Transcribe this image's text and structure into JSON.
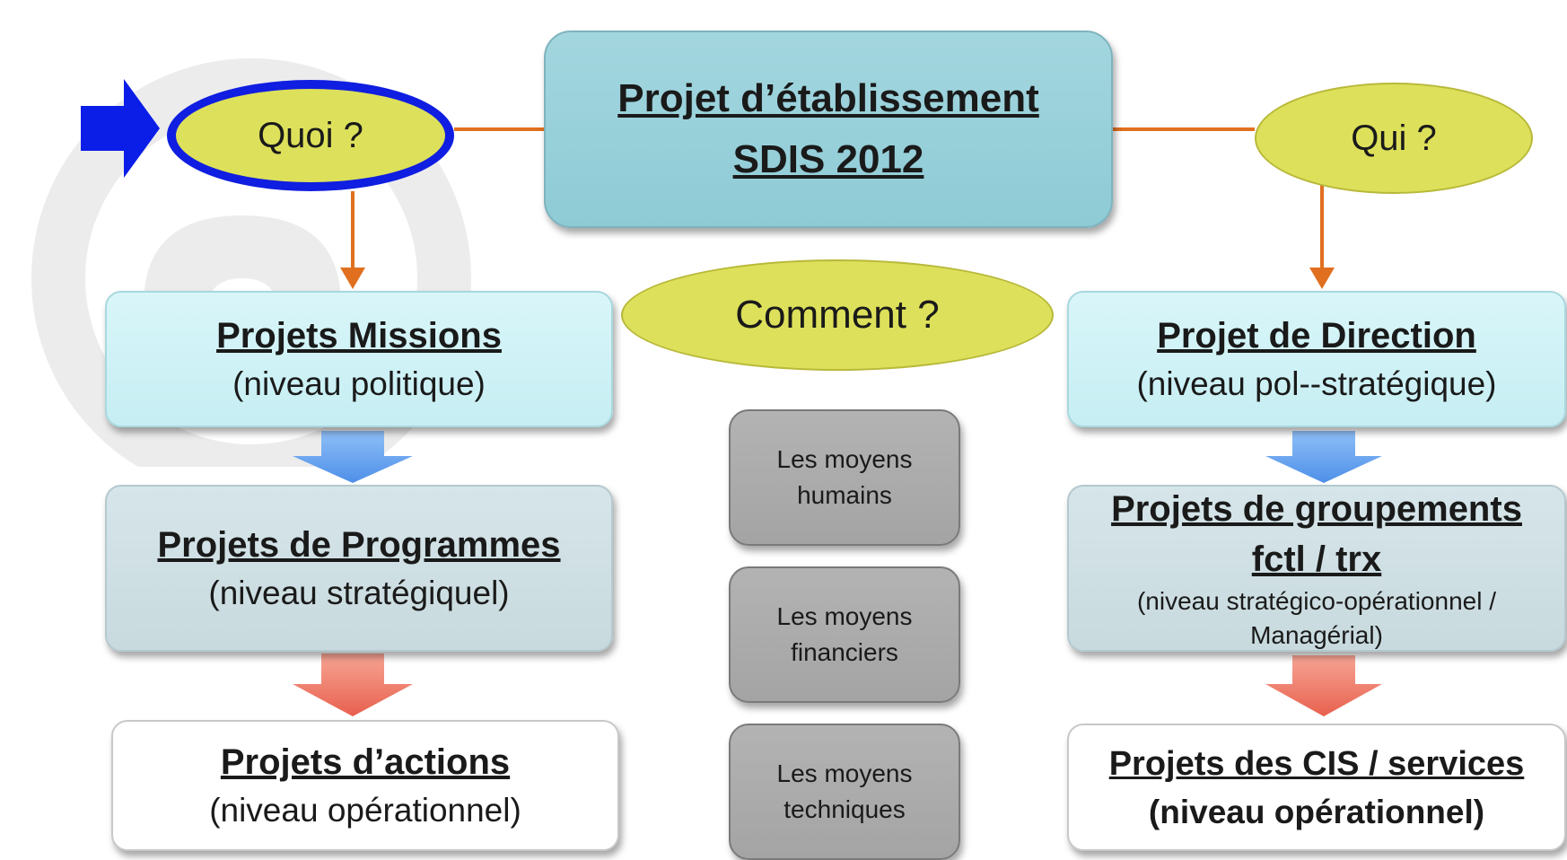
{
  "main": {
    "line1": "Projet d’établissement",
    "line2": "SDIS 2012"
  },
  "questions": {
    "quoi": "Quoi ?",
    "qui": "Qui ?",
    "comment": "Comment ?"
  },
  "left": {
    "missions": {
      "title": "Projets Missions",
      "sub": "(niveau politique)"
    },
    "programmes": {
      "title": "Projets de Programmes",
      "sub": "(niveau stratégiquel)"
    },
    "actions": {
      "title": "Projets d’actions",
      "sub": "(niveau opérationnel)"
    }
  },
  "right": {
    "direction": {
      "title": "Projet de Direction",
      "sub": "(niveau pol--stratégique)"
    },
    "groupements": {
      "title1": "Projets de groupements",
      "title2": "fctl / trx",
      "sub1": "(niveau stratégico-opérationnel /",
      "sub2": "Managérial)"
    },
    "cis": {
      "title": "Projets des CIS / services",
      "sub": "(niveau opérationnel)"
    }
  },
  "middle": {
    "humains": {
      "line1": "Les moyens",
      "line2": "humains"
    },
    "financiers": {
      "line1": "Les moyens",
      "line2": "financiers"
    },
    "techniques": {
      "line1": "Les moyens",
      "line2": "techniques"
    }
  },
  "colors": {
    "connector": "#e07020",
    "highlight_ring": "#0f1ee0",
    "pointer_arrow": "#0a1ee8",
    "blue_arrow": "#5d9ff0",
    "red_arrow": "#f07a6a"
  }
}
